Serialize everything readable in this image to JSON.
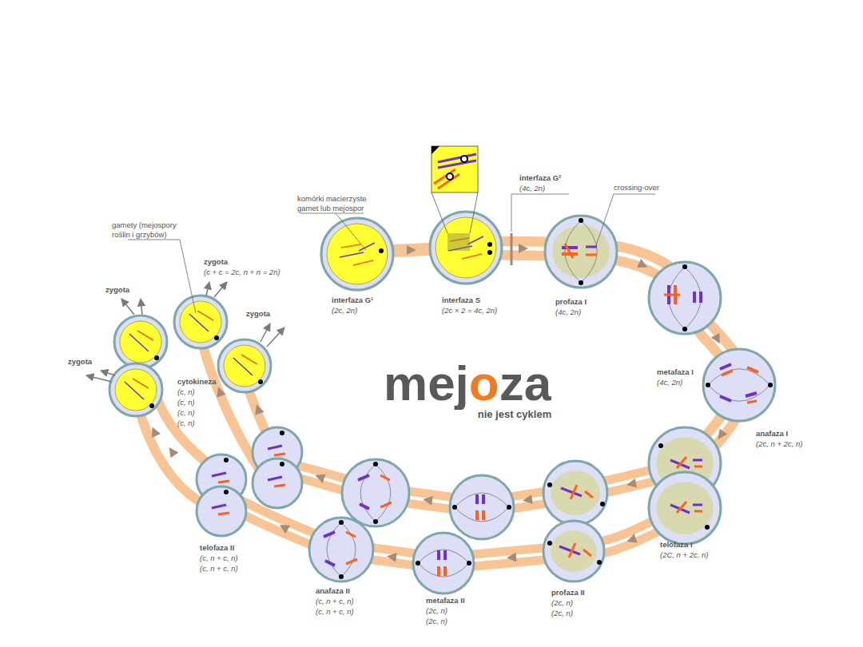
{
  "diagram": {
    "title": "mejoza",
    "labels": [
      "komórki macierzyste gamet lub mejospor",
      "gamety (mejospory roślin i grzybów)",
      "zygota",
      "zygota",
      "(c + c = 2c, n + n = 2n)",
      "zygota",
      "zygota",
      "interfaza G¹",
      "(2c, 2n)",
      "interfaza S",
      "(2c × 2 = 4c, 2n)",
      "interfaza G²",
      "(4c, 2n)",
      "crossing-over",
      "profaza I",
      "(4c, 2n)",
      "metafaza I",
      "(4c, 2n)",
      "anafaza I",
      "(2c, n + 2c, n)",
      "telofaza I",
      "(2C, n + 2c, n)",
      "profaza II",
      "(2c, n)",
      "(2c, n)",
      "metafaza II",
      "(2c, n)",
      "(2c, n)",
      "anafaza II",
      "(c, n + c, n)",
      "(c, n + c, n)",
      "telofaza II",
      "(c, n + c, n)",
      "(c, n + c, n)",
      "cytokineza",
      "(c, n)",
      "(c, n)",
      "(c, n)",
      "(c, n)",
      "nie jest cyklem"
    ]
  }
}
